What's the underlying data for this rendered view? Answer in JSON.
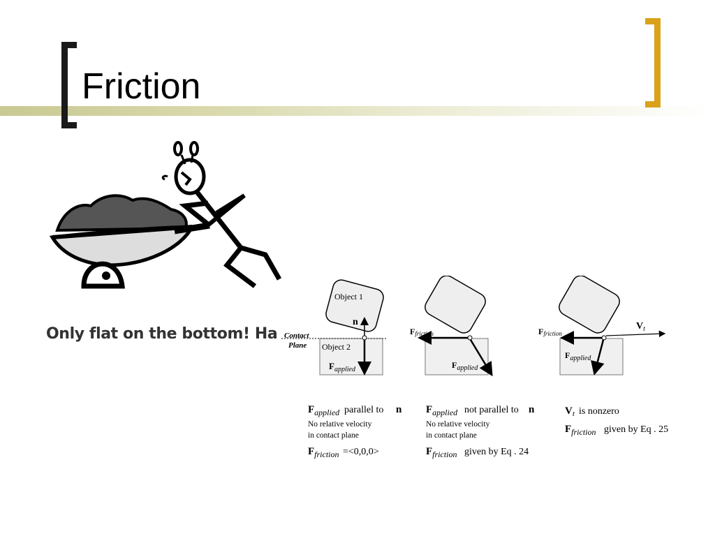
{
  "slide": {
    "title": "Friction",
    "cartoon_caption": "Only flat on the bottom! Ha H",
    "accent_color": "#d9a21a",
    "band_color": "#c9c992"
  },
  "diagrams": [
    {
      "object1_label": "Object 1",
      "object2_label": "Object 2",
      "normal_label": "n",
      "contact_label_1": "Contact",
      "contact_label_2": "Plane",
      "force_symbol": "F",
      "force_subscript": "applied",
      "caption_line1_main": "parallel to",
      "caption_line1_symbol": "n",
      "caption_line2": "No relative velocity",
      "caption_line3": "in contact plane",
      "caption_line4_subscript": "friction",
      "caption_line4_value": "=<0,0,0>"
    },
    {
      "friction_symbol": "F",
      "friction_subscript": "friction",
      "force_symbol": "F",
      "force_subscript": "applied",
      "caption_line1_main": "not parallel to",
      "caption_line1_symbol": "n",
      "caption_line2": "No relative velocity",
      "caption_line3": "in contact plane",
      "caption_line4_subscript": "friction",
      "caption_line4_value": "given by   Eq . 24"
    },
    {
      "friction_symbol": "F",
      "friction_subscript": "friction",
      "force_symbol": "F",
      "force_subscript": "applied",
      "velocity_symbol": "V",
      "velocity_subscript": "t",
      "caption_line1_value": "is nonzero",
      "caption_line2_subscript": "friction",
      "caption_line2_value": "given by   Eq . 25"
    }
  ]
}
